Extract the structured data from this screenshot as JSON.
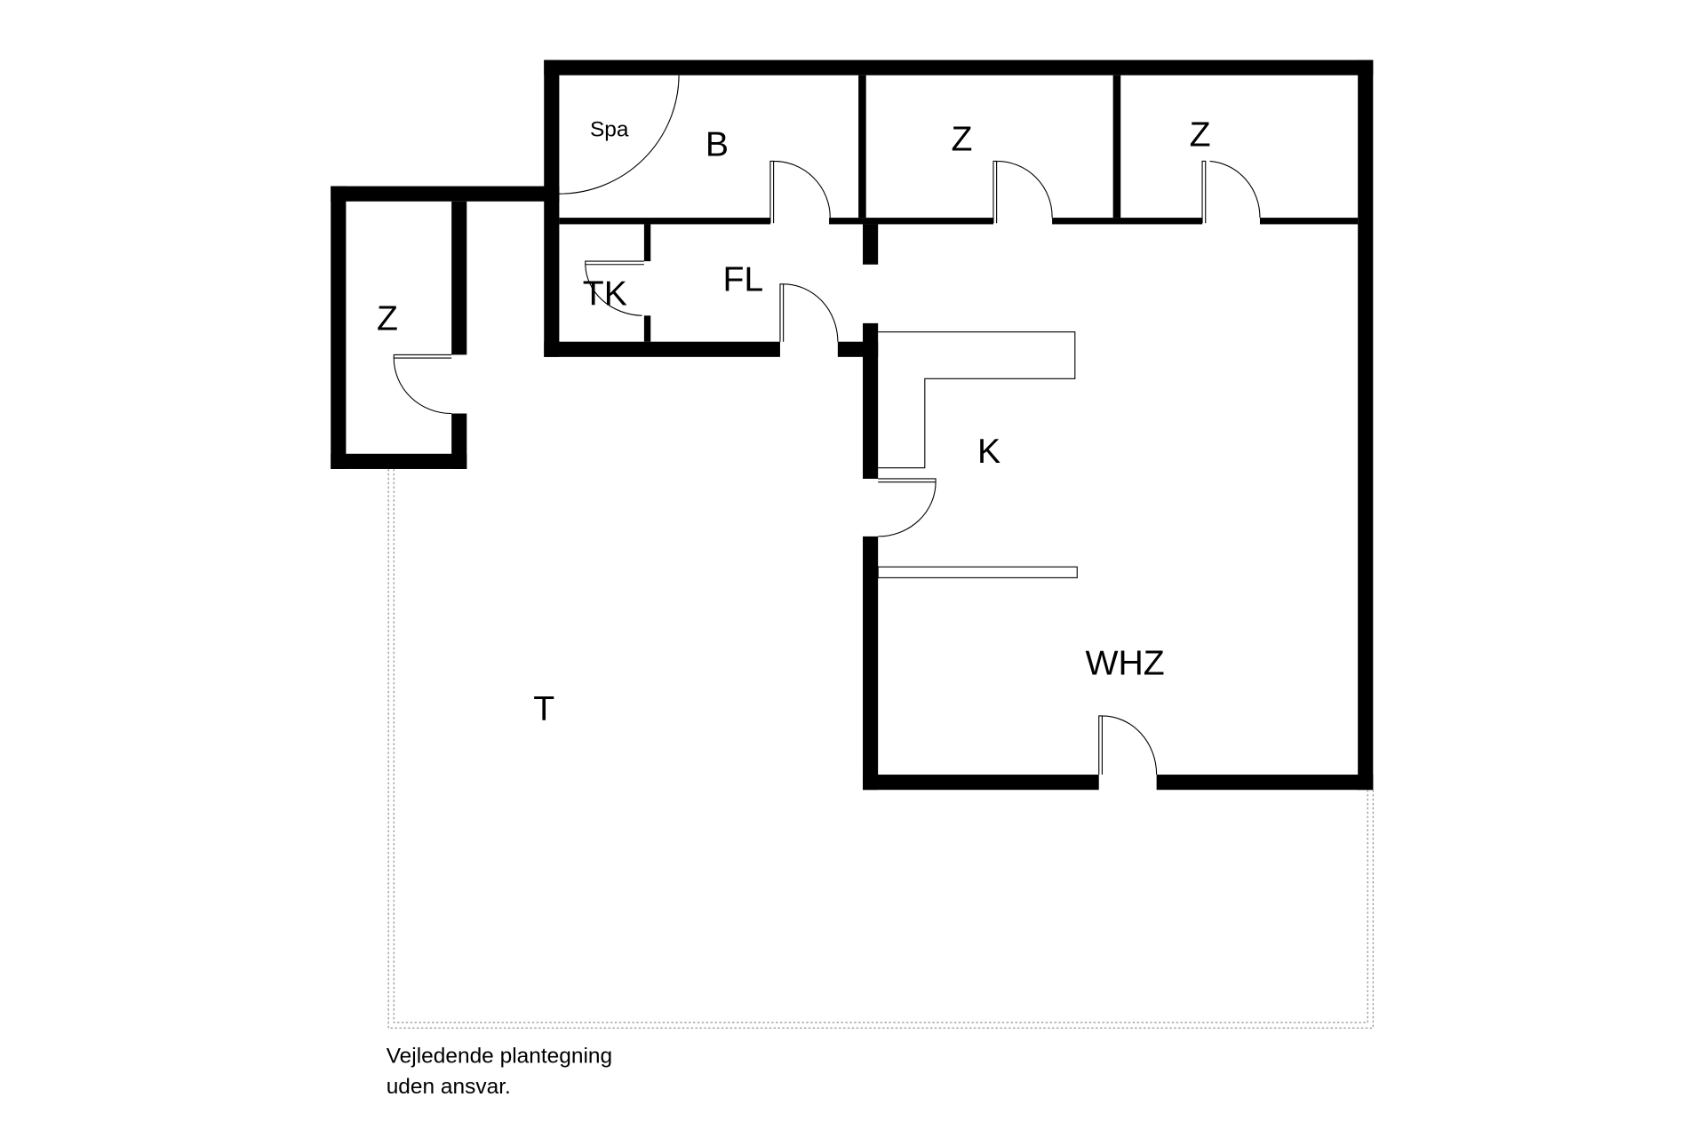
{
  "rooms": {
    "spa": "Spa",
    "bath": "B",
    "room_top_middle": "Z",
    "room_top_right": "Z",
    "room_left": "Z",
    "toilet": "TK",
    "hall": "FL",
    "kitchen": "K",
    "living": "WHZ",
    "terrace": "T"
  },
  "caption": {
    "line1": "Vejledende plantegning",
    "line2": "uden ansvar."
  },
  "colors": {
    "wall": "#000000",
    "terrace_outline": "#888888",
    "background": "#ffffff"
  }
}
